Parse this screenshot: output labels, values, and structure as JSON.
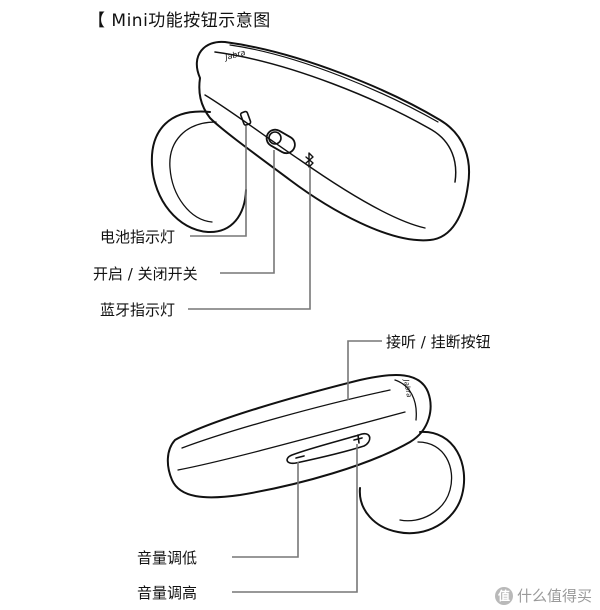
{
  "title": "【 Mini功能按钮示意图",
  "brand_text": "Jabra",
  "callouts": {
    "battery_led": "电池指示灯",
    "power_switch": "开启 / 关闭开关",
    "bluetooth_led": "蓝牙指示灯",
    "answer_end_button": "接听 / 挂断按钮",
    "volume_down": "音量调低",
    "volume_up": "音量调高"
  },
  "watermark": {
    "badge": "值",
    "text": "什么值得买"
  },
  "colors": {
    "line": "#111111",
    "leader": "#777777",
    "watermark": "#9a9a9a"
  }
}
